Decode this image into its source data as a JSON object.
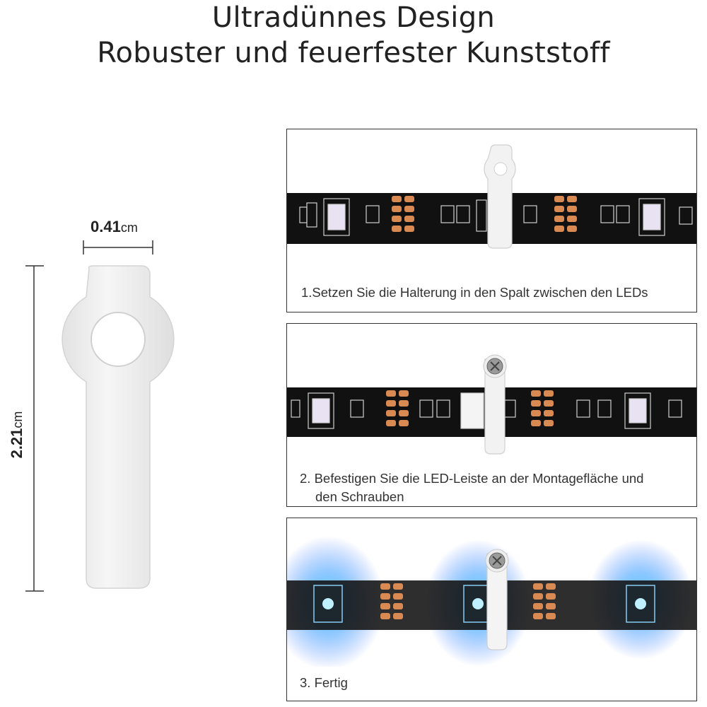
{
  "header": {
    "line1": "Ultradünnes Design",
    "line2": "Robuster und feuerfester Kunststoff"
  },
  "dimensions": {
    "width_value": "0.41",
    "width_unit": "cm",
    "height_value": "2.21",
    "height_unit": "cm"
  },
  "steps": [
    {
      "caption": "1.Setzen Sie die Halterung in den Spalt zwischen den LEDs"
    },
    {
      "caption_line1": "2. Befestigen Sie die LED-Leiste an der Montagefläche und",
      "caption_line2": "den Schrauben"
    },
    {
      "caption": "3. Fertig"
    }
  ],
  "colors": {
    "strip": "#111111",
    "pad": "#d98a52",
    "led_glow": "#2fa8ff",
    "clip": "#f2f2f2"
  }
}
